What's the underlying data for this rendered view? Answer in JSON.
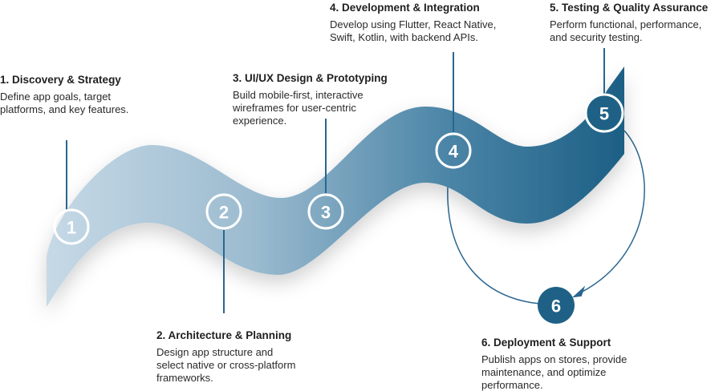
{
  "steps": [
    {
      "number": "1",
      "title": "1. Discovery & Strategy",
      "description": "Define app goals, target\nplatforms, and key features."
    },
    {
      "number": "2",
      "title": "2.  Architecture & Planning",
      "description": "Design app structure and\nselect native or cross-platform\nframeworks."
    },
    {
      "number": "3",
      "title": "3. UI/UX Design & Prototyping",
      "description": "Build mobile-first, interactive\nwireframes for user-centric\nexperience."
    },
    {
      "number": "4",
      "title": "4. Development & Integration",
      "description": "Develop using Flutter, React Native,\nSwift, Kotlin, with backend APIs."
    },
    {
      "number": "5",
      "title": "5. Testing & Quality Assurance",
      "description": "Perform functional, performance,\nand security testing."
    },
    {
      "number": "6",
      "title": "6. Deployment & Support",
      "description": "Publish apps on stores, provide\nmaintenance, and optimize\nperformance."
    }
  ],
  "colors": {
    "start": "#c3d6e4",
    "end": "#1d5f85",
    "line": "#2a6690"
  }
}
